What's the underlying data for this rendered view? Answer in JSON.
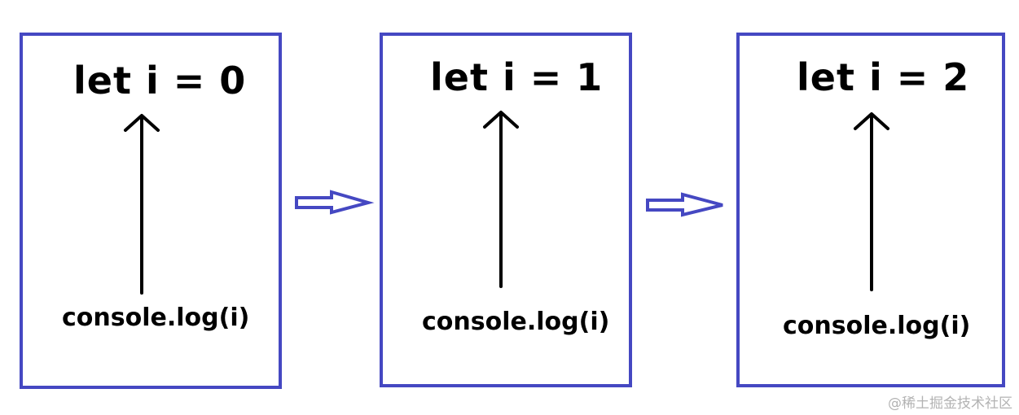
{
  "diagram": {
    "boxes": [
      {
        "title": "let i = 0",
        "code": "console.log(i)"
      },
      {
        "title": "let i = 1",
        "code": "console.log(i)"
      },
      {
        "title": "let i = 2",
        "code": "console.log(i)"
      }
    ],
    "colors": {
      "box_border": "#4548c2",
      "arrow": "#000000",
      "transition_arrow": "#4548c2"
    },
    "watermark": "@稀土掘金技术社区"
  }
}
